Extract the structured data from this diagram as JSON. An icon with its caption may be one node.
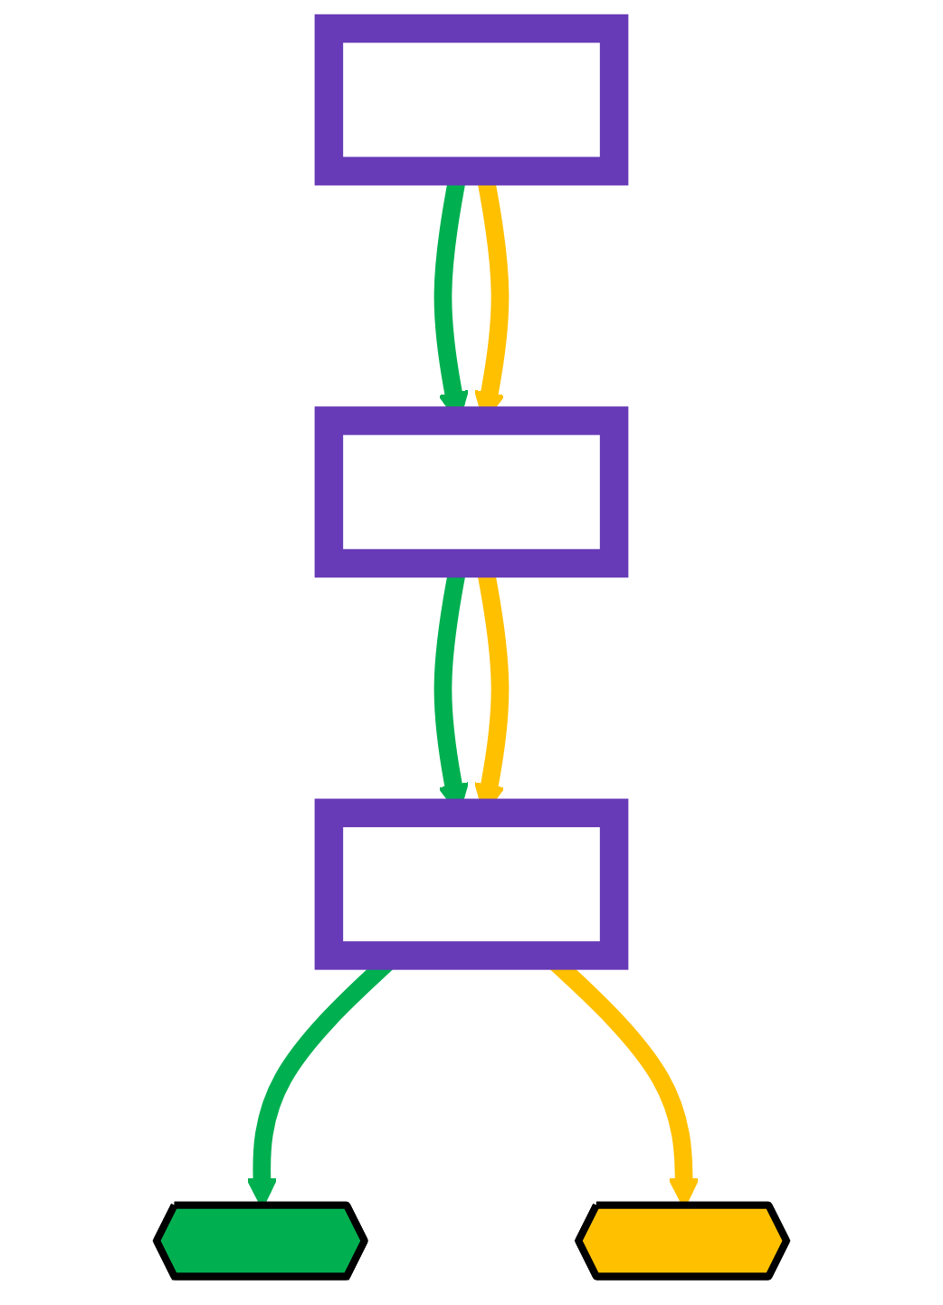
{
  "diagram": {
    "nodes": [
      {
        "text": [],
        "shape": "box"
      },
      {
        "text": [],
        "shape": "box"
      },
      {
        "text": [],
        "shape": "box"
      },
      {
        "text": [],
        "shape": "star"
      },
      {
        "text": [],
        "shape": "star"
      }
    ],
    "edges": [
      {
        "from": 0,
        "to": 1,
        "arrow": "to",
        "color": "#00b050"
      },
      {
        "from": 0,
        "to": 1,
        "arrow": "to",
        "color": "#ffc000"
      },
      {
        "from": 1,
        "to": 2,
        "arrow": "to",
        "color": "#00b050"
      },
      {
        "from": 1,
        "to": 2,
        "arrow": "to",
        "color": "#ffc000"
      },
      {
        "from": 2,
        "to": 3,
        "arrow": "to",
        "color": "#00b050"
      },
      {
        "from": 2,
        "to": 4,
        "arrow": "to",
        "color": "#ffc000"
      }
    ]
  }
}
